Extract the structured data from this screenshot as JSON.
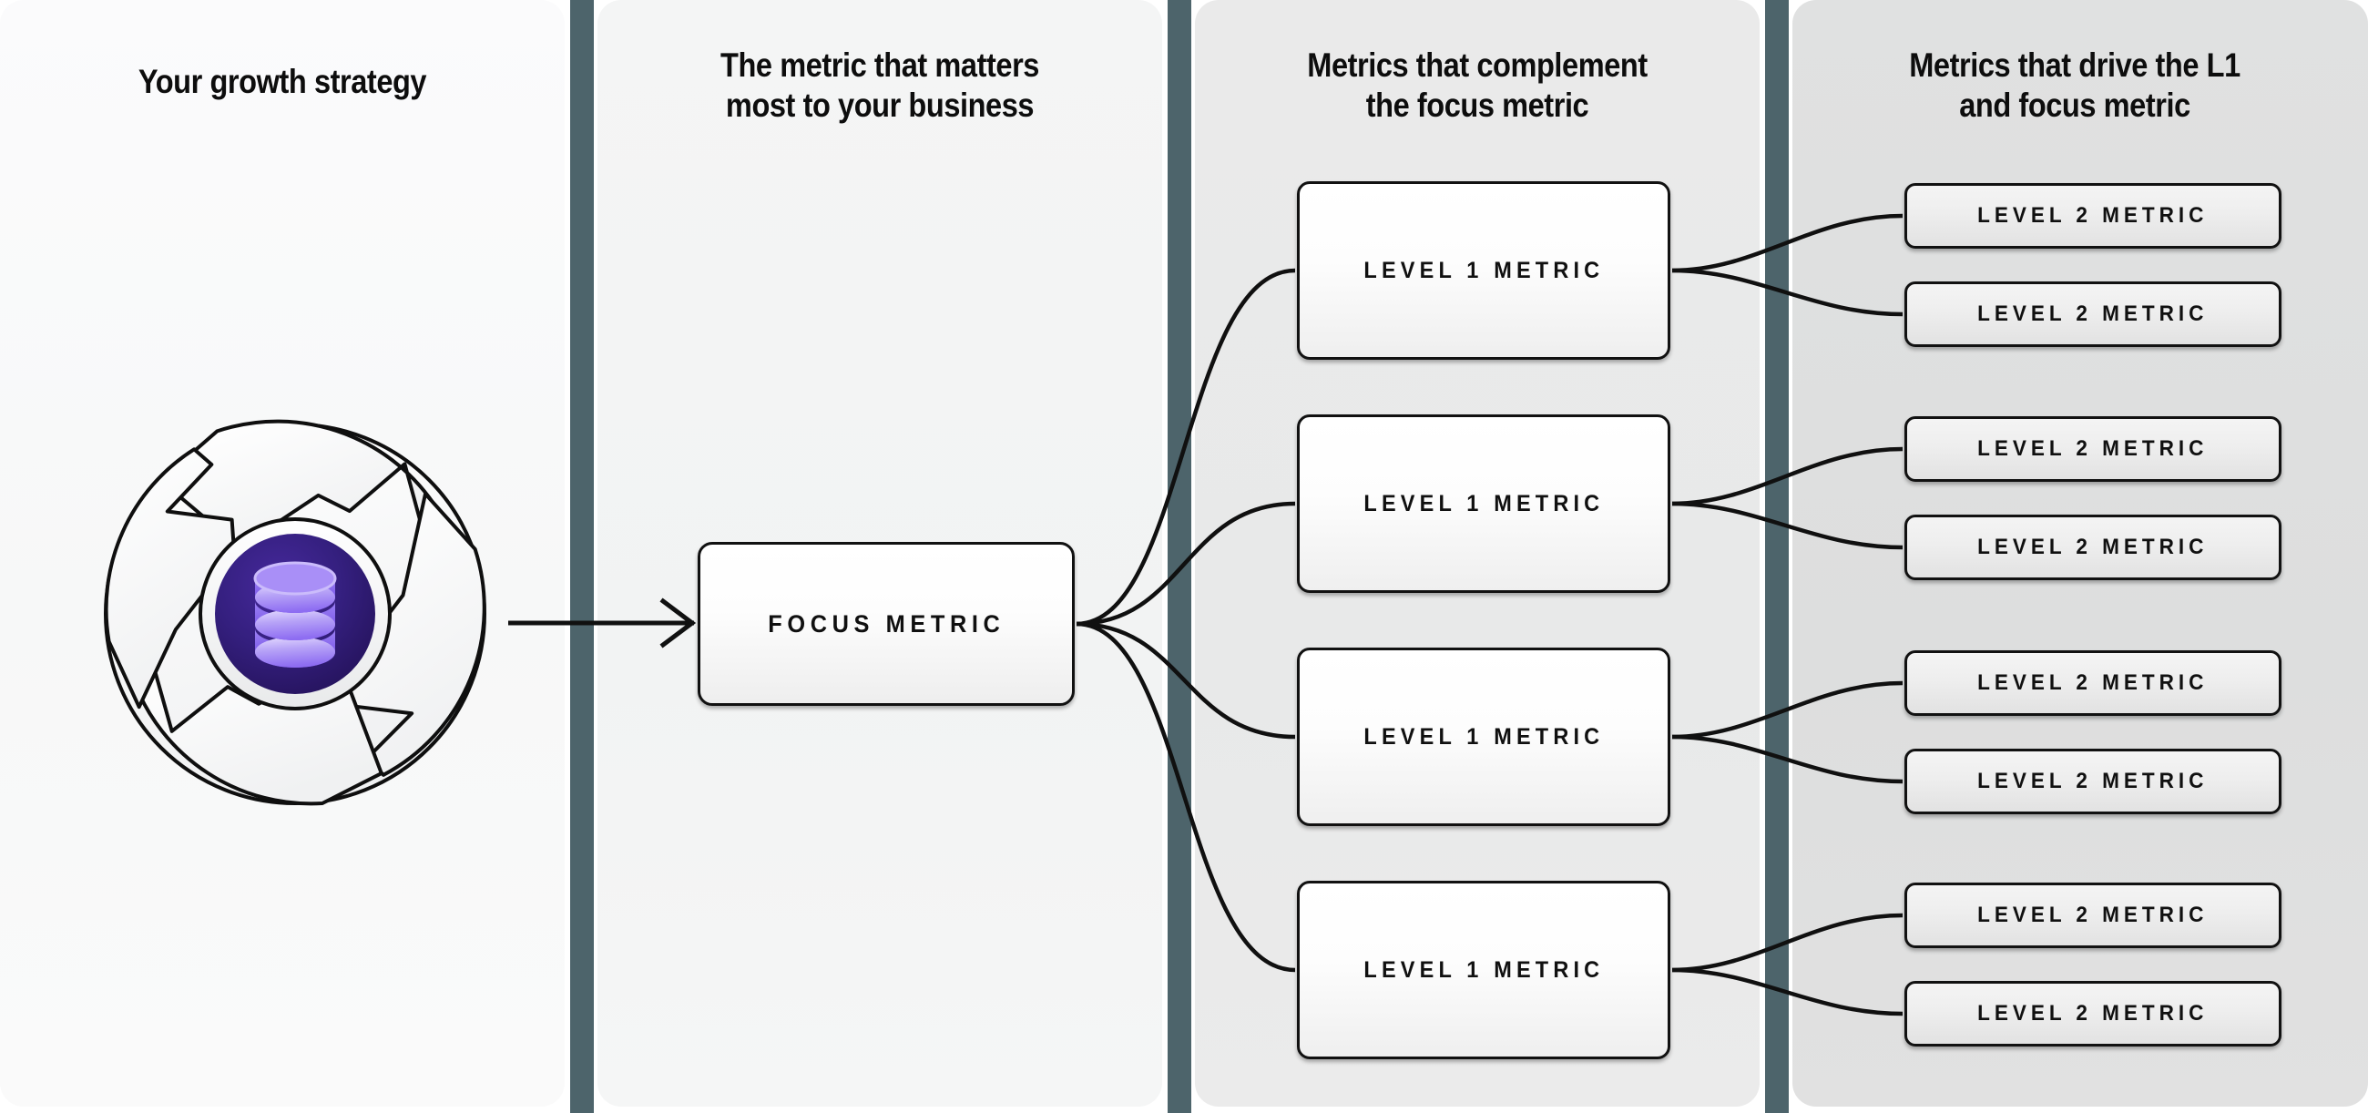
{
  "theme": {
    "divider_color": "#4d646b",
    "line_color": "#101010",
    "accent_purple": "#6d4ef0",
    "core_dark_purple": "#2c1a6b"
  },
  "columns": [
    {
      "id": "growth-strategy",
      "title": "Your growth strategy"
    },
    {
      "id": "focus-metric",
      "title": "The metric that matters\nmost to your business"
    },
    {
      "id": "complement-metrics",
      "title": "Metrics that complement\nthe focus metric"
    },
    {
      "id": "driver-metrics",
      "title": "Metrics that drive the L1\nand focus metric"
    }
  ],
  "graphic": {
    "name": "aperture-database-icon",
    "description": "circular aperture with database core"
  },
  "focus_metric": {
    "label": "FOCUS METRIC"
  },
  "level1_metrics": [
    {
      "label": "LEVEL 1 METRIC"
    },
    {
      "label": "LEVEL 1 METRIC"
    },
    {
      "label": "LEVEL 1 METRIC"
    },
    {
      "label": "LEVEL 1 METRIC"
    }
  ],
  "level2_metrics": [
    {
      "label": "LEVEL 2 METRIC"
    },
    {
      "label": "LEVEL 2 METRIC"
    },
    {
      "label": "LEVEL 2 METRIC"
    },
    {
      "label": "LEVEL 2 METRIC"
    },
    {
      "label": "LEVEL 2 METRIC"
    },
    {
      "label": "LEVEL 2 METRIC"
    },
    {
      "label": "LEVEL 2 METRIC"
    },
    {
      "label": "LEVEL 2 METRIC"
    }
  ]
}
